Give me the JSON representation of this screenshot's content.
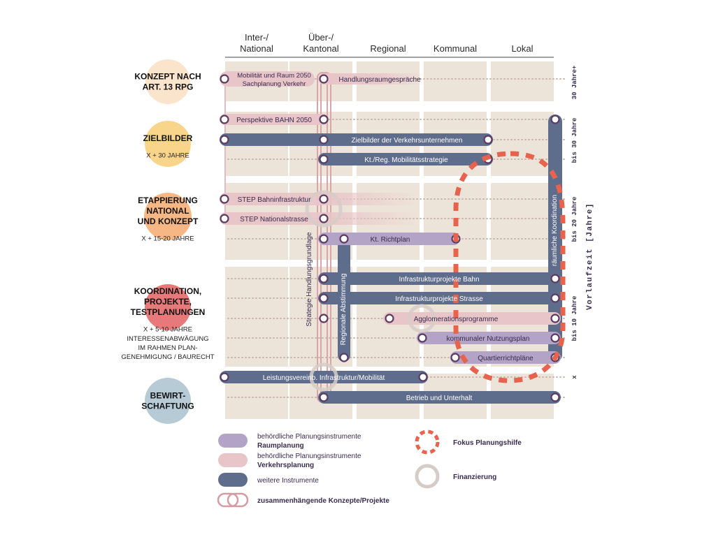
{
  "columns": [
    "Inter-/\nNational",
    "Über-/\nKantonal",
    "Regional",
    "Kommunal",
    "Lokal"
  ],
  "colors": {
    "raum": "#b3a3c6",
    "verkehr": "#e8c5c8",
    "weitere": "#5f6d8c",
    "focus": "#e8634e",
    "finanz": "#d6ccc7",
    "bg": "#ede4d9",
    "text_label": "#3a2b4e"
  },
  "phases": [
    {
      "id": "konzept",
      "title": "KONZEPT NACH\nART. 13 RPG",
      "sub": "",
      "color": "#fbe4cc"
    },
    {
      "id": "zielbilder",
      "title": "ZIELBILDER",
      "sub": "X + 30 JAHRE",
      "color": "#f9d58c"
    },
    {
      "id": "etappierung",
      "title": "ETAPPIERUNG\nNATIONAL\nUND KONZEPT",
      "sub": "X + 15-20 JAHRE",
      "color": "#f6b784"
    },
    {
      "id": "koordination",
      "title": "KOORDINATION,\nPROJEKTE,\nTESTPLANUNGEN",
      "sub": "X + 5-10 JAHRE",
      "color": "#e8797a"
    },
    {
      "id": "interessen",
      "title": "",
      "sub": "INTERESSENABWÄGUNG\nIM RAHMEN PLAN-\nGENEHMIGUNG / BAURECHT",
      "color": ""
    },
    {
      "id": "bewirtschaftung",
      "title": "BEWIRT-\nSCHAFTUNG",
      "sub": "",
      "color": "#b7cbd7"
    }
  ],
  "time_labels": [
    "30 Jahre+",
    "bis 30 Jahre",
    "bis 20 Jahre",
    "bis 10 Jahre",
    "x"
  ],
  "axis_title": "Vorlaufzeit [Jahre]",
  "bars": [
    {
      "label": "Mobilität und Raum 2050\nSachplanung Verkehr",
      "type": "verkehr"
    },
    {
      "label": "Handlungsraumgespräche",
      "type": "verkehr"
    },
    {
      "label": "Perspektive BAHN 2050",
      "type": "verkehr"
    },
    {
      "label": "Zielbilder der Verkehrsunternehmen",
      "type": "weitere"
    },
    {
      "label": "Kt./Reg. Mobilitätsstrategie",
      "type": "weitere"
    },
    {
      "label": "STEP Bahninfrastruktur",
      "type": "verkehr"
    },
    {
      "label": "STEP Nationalstrasse",
      "type": "verkehr"
    },
    {
      "label": "Kt. Richtplan",
      "type": "raum"
    },
    {
      "label": "Infrastrukturprojekte Bahn",
      "type": "weitere"
    },
    {
      "label": "Infrastrukturprojekte Strasse",
      "type": "weitere"
    },
    {
      "label": "Agglomerationsprogramme",
      "type": "verkehr"
    },
    {
      "label": "kommunaler Nutzungsplan",
      "type": "raum"
    },
    {
      "label": "Quartierrichtpläne",
      "type": "raum"
    },
    {
      "label": "Leistungsvereinb. Infrastruktur/Mobilität",
      "type": "weitere"
    },
    {
      "label": "Betrieb und Unterhalt",
      "type": "weitere"
    }
  ],
  "vertical_bars": [
    {
      "label": "Strategie Handlungsgrundlage",
      "type": "verkehr"
    },
    {
      "label": "Regionale Abstimmung",
      "type": "weitere"
    },
    {
      "label": "räumliche Koordination",
      "type": "weitere"
    }
  ],
  "legend": [
    {
      "line1": "behördliche Planungsinstrumente",
      "line2": "Raumplanung",
      "type": "raum"
    },
    {
      "line1": "behördliche Planungsinstrumente",
      "line2": "Verkehrsplanung",
      "type": "verkehr"
    },
    {
      "line1": "weitere Instrumente",
      "line2": "",
      "type": "weitere"
    },
    {
      "line1": "zusammenhängende Konzepte/Projekte",
      "line2": "",
      "type": "linked"
    },
    {
      "line1": "Fokus Planungshilfe",
      "line2": "",
      "type": "focus"
    },
    {
      "line1": "Finanzierung",
      "line2": "",
      "type": "finanz"
    }
  ]
}
